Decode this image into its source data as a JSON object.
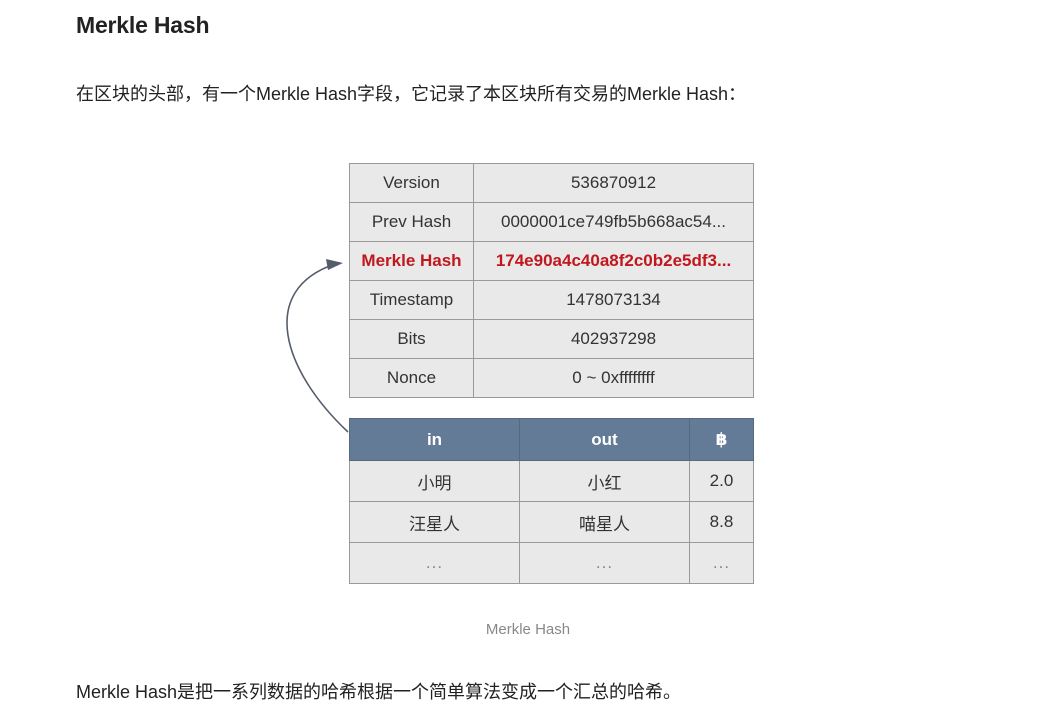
{
  "heading": "Merkle Hash",
  "intro": "在区块的头部，有一个Merkle Hash字段，它记录了本区块所有交易的Merkle Hash：",
  "block_header": [
    {
      "key": "Version",
      "value": "536870912"
    },
    {
      "key": "Prev Hash",
      "value": "0000001ce749fb5b668ac54..."
    },
    {
      "key": "Merkle Hash",
      "value": "174e90a4c40a8f2c0b2e5df3..."
    },
    {
      "key": "Timestamp",
      "value": "1478073134"
    },
    {
      "key": "Bits",
      "value": "402937298"
    },
    {
      "key": "Nonce",
      "value": "0 ~ 0xffffffff"
    }
  ],
  "highlight_color": "#c0181e",
  "transactions": {
    "headers": [
      "in",
      "out",
      "฿"
    ],
    "rows": [
      [
        "小明",
        "小红",
        "2.0"
      ],
      [
        "汪星人",
        "喵星人",
        "8.8"
      ],
      [
        "...",
        "...",
        "..."
      ]
    ]
  },
  "caption": "Merkle Hash",
  "closing": "Merkle Hash是把一系列数据的哈希根据一个简单算法变成一个汇总的哈希。"
}
